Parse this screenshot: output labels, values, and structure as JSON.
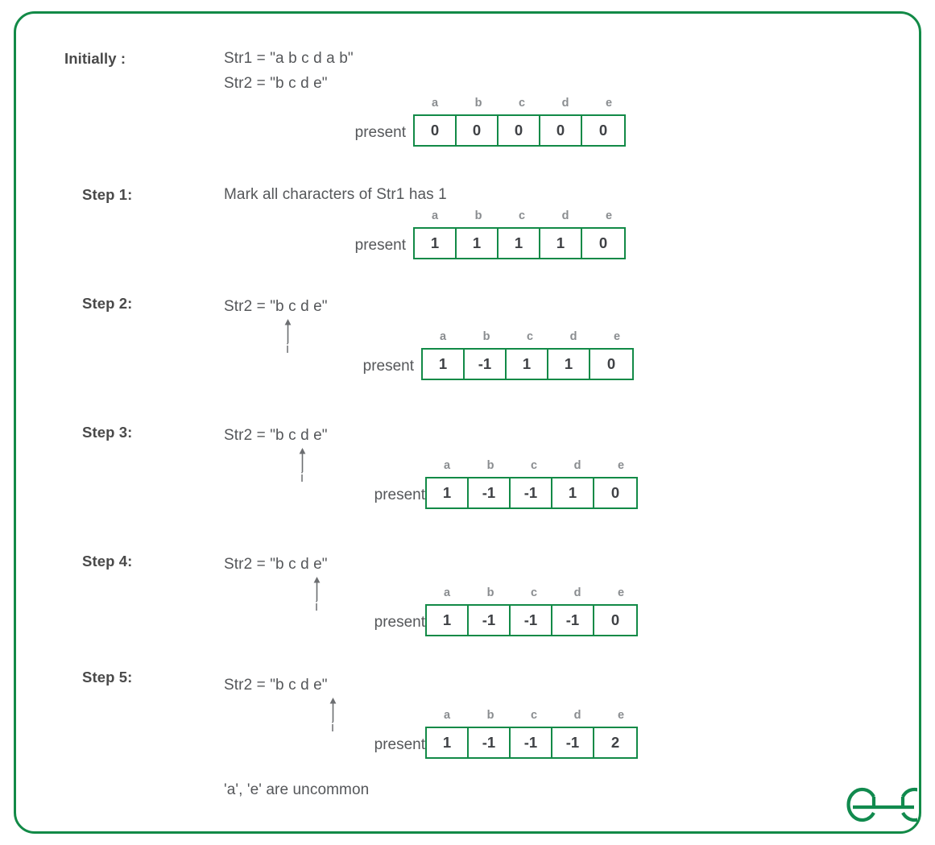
{
  "meta": {
    "border_color": "#128a47",
    "cell_border_color": "#128a47",
    "text_color": "#55575a",
    "label_color": "#4a4a4a",
    "header_color": "#8a8d90",
    "logo_color": "#118a4e"
  },
  "columns": [
    "a",
    "b",
    "c",
    "d",
    "e"
  ],
  "present_label": "present",
  "logo": {
    "name": "geeksforgeeks-logo",
    "text": "GG"
  },
  "footer_note": "'a', 'e' are uncommon",
  "steps": [
    {
      "id": "initially",
      "label": "Initially :",
      "lines": [
        "Str1 = \"a b c d a b\"",
        "Str2 = \"b c d e\""
      ],
      "pointer": null,
      "values": [
        "0",
        "0",
        "0",
        "0",
        "0"
      ]
    },
    {
      "id": "step-1",
      "label": "Step 1:",
      "lines": [
        "Mark all characters of Str1 has 1"
      ],
      "pointer": null,
      "values": [
        "1",
        "1",
        "1",
        "1",
        "0"
      ]
    },
    {
      "id": "step-2",
      "label": "Step 2:",
      "lines": [
        "Str2 = \"b c d e\""
      ],
      "pointer": {
        "index_label": "i",
        "target_char": "b"
      },
      "values": [
        "1",
        "-1",
        "1",
        "1",
        "0"
      ]
    },
    {
      "id": "step-3",
      "label": "Step 3:",
      "lines": [
        "Str2 = \"b c d e\""
      ],
      "pointer": {
        "index_label": "i",
        "target_char": "c"
      },
      "values": [
        "1",
        "-1",
        "-1",
        "1",
        "0"
      ]
    },
    {
      "id": "step-4",
      "label": "Step 4:",
      "lines": [
        "Str2 = \"b c d e\""
      ],
      "pointer": {
        "index_label": "i",
        "target_char": "d"
      },
      "values": [
        "1",
        "-1",
        "-1",
        "-1",
        "0"
      ]
    },
    {
      "id": "step-5",
      "label": "Step 5:",
      "lines": [
        "Str2 = \"b c d e\""
      ],
      "pointer": {
        "index_label": "i",
        "target_char": "e"
      },
      "values": [
        "1",
        "-1",
        "-1",
        "-1",
        "2"
      ]
    }
  ]
}
